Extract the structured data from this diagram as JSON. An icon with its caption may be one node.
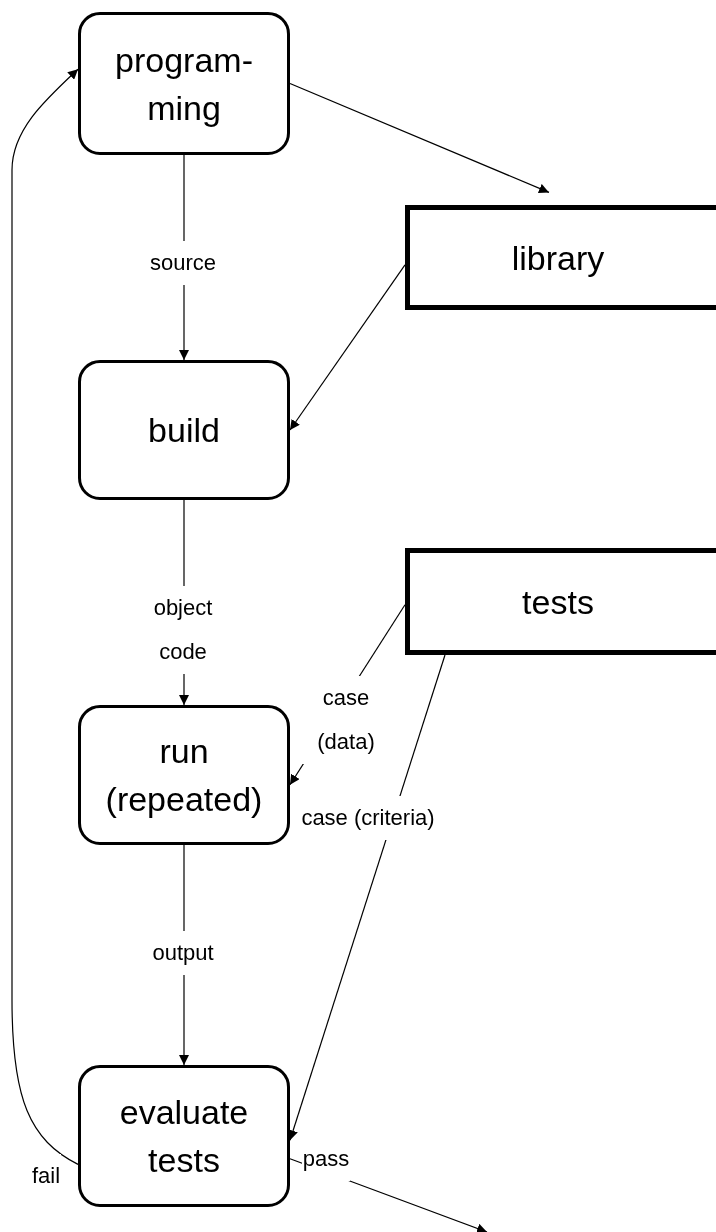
{
  "diagram": {
    "nodes": [
      {
        "text": [
          "program- ming"
        ]
      },
      {
        "text": [
          "library"
        ]
      },
      {
        "text": [
          "build"
        ]
      },
      {
        "text": [
          "tests"
        ]
      },
      {
        "text": [
          "run (repeated)"
        ]
      },
      {
        "text": [
          "evaluate tests"
        ]
      }
    ],
    "edges": [
      {
        "from": 0,
        "to": 1,
        "arrow": "to"
      },
      {
        "from": 0,
        "to": 2,
        "arrow": "to",
        "label": "source"
      },
      {
        "from": 1,
        "to": 2,
        "arrow": "to"
      },
      {
        "from": 2,
        "to": 4,
        "arrow": "to",
        "label": "object code"
      },
      {
        "from": 3,
        "to": 4,
        "arrow": "to",
        "label": "case (data)"
      },
      {
        "from": 3,
        "to": 5,
        "arrow": "to",
        "label": "case (criteria)"
      },
      {
        "from": 4,
        "to": 5,
        "arrow": "to",
        "label": "output"
      },
      {
        "from": 5,
        "to": 0,
        "arrow": "to",
        "label": "fail"
      },
      {
        "from": 5,
        "to": null,
        "arrow": "to",
        "label": "pass"
      }
    ]
  }
}
